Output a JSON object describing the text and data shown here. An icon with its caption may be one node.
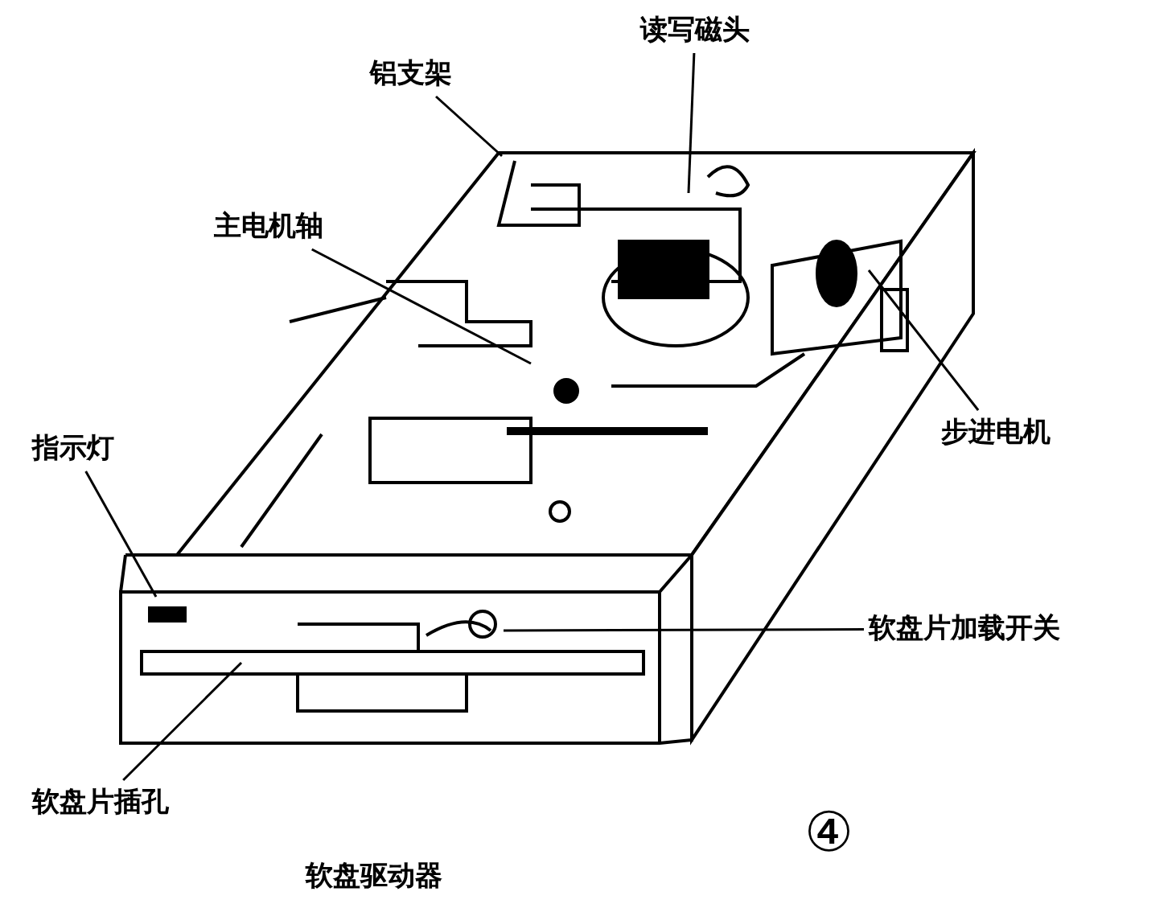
{
  "diagram": {
    "caption": "软盘驱动器",
    "nodes": [
      {
        "text": [
          "读写磁头"
        ]
      },
      {
        "text": [
          "铝支架"
        ]
      },
      {
        "text": [
          "主电机轴"
        ]
      },
      {
        "text": [
          "指示灯"
        ]
      },
      {
        "text": [
          "步进电机"
        ]
      },
      {
        "text": [
          "软盘片加载开关"
        ]
      },
      {
        "text": [
          "软盘片插孔"
        ]
      }
    ],
    "edges": [
      {
        "from": 0,
        "to": null,
        "arrow": "none"
      },
      {
        "from": 1,
        "to": null,
        "arrow": "none"
      },
      {
        "from": 2,
        "to": null,
        "arrow": "none"
      },
      {
        "from": 3,
        "to": null,
        "arrow": "none"
      },
      {
        "from": 4,
        "to": null,
        "arrow": "none"
      },
      {
        "from": 5,
        "to": null,
        "arrow": "none"
      },
      {
        "from": 6,
        "to": null,
        "arrow": "none"
      }
    ],
    "labels": [
      "④"
    ]
  }
}
